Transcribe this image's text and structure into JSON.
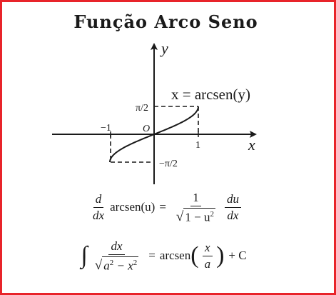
{
  "title": "Função Arco Seno",
  "diagram": {
    "y_axis_label": "y",
    "x_axis_label": "x",
    "curve_label": "x = arcsen(y)",
    "origin_label": "O",
    "tick_pi_half": "π/2",
    "tick_neg_pi_half": "−π/2",
    "tick_neg_one": "−1",
    "tick_one": "1"
  },
  "formula_derivative": {
    "d": "d",
    "dx": "dx",
    "arcsen_u": "arcsen(u)",
    "equals": "=",
    "one": "1",
    "one_minus": "1 − u",
    "exp": "2",
    "du": "du",
    "dx2": "dx"
  },
  "formula_integral": {
    "integral": "∫",
    "dx": "dx",
    "a_sq_minus": "a",
    "exp": "2",
    "minus_x": " − x",
    "exp2": "2",
    "equals": "=",
    "arcsen": "arcsen",
    "x": "x",
    "a": "a",
    "plus_c": "+ C"
  }
}
